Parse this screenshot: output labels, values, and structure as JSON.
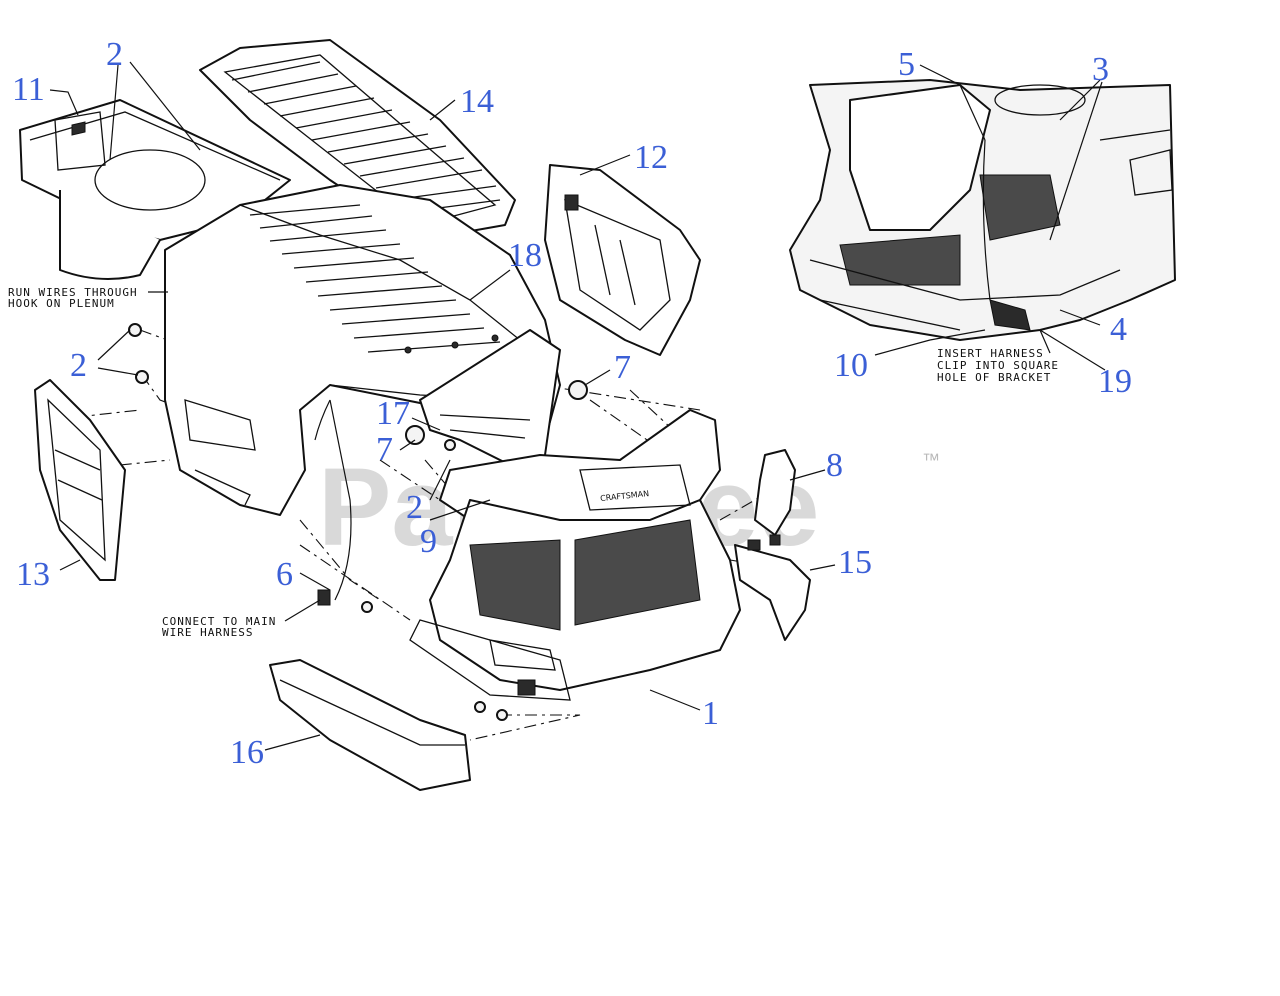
{
  "watermark": {
    "text": "PartsTree",
    "trademark": "™"
  },
  "badge": "CRAFTSMAN",
  "notes": {
    "plenum_line1": "RUN WIRES THROUGH",
    "plenum_line2": "HOOK ON PLENUM",
    "harness_line1": "CONNECT TO MAIN",
    "harness_line2": "WIRE HARNESS",
    "insert_line1": "INSERT HARNESS",
    "insert_line2": "CLIP INTO SQUARE",
    "insert_line3": "HOLE OF BRACKET"
  },
  "callouts": {
    "c11": "11",
    "c2a": "2",
    "c14": "14",
    "c12": "12",
    "c18": "18",
    "c2b": "2",
    "c7a": "7",
    "c17": "17",
    "c7b": "7",
    "c2c": "2",
    "c9": "9",
    "c8": "8",
    "c13": "13",
    "c6": "6",
    "c15": "15",
    "c1": "1",
    "c16": "16",
    "c5": "5",
    "c3": "3",
    "c4": "4",
    "c10": "10",
    "c19": "19"
  }
}
